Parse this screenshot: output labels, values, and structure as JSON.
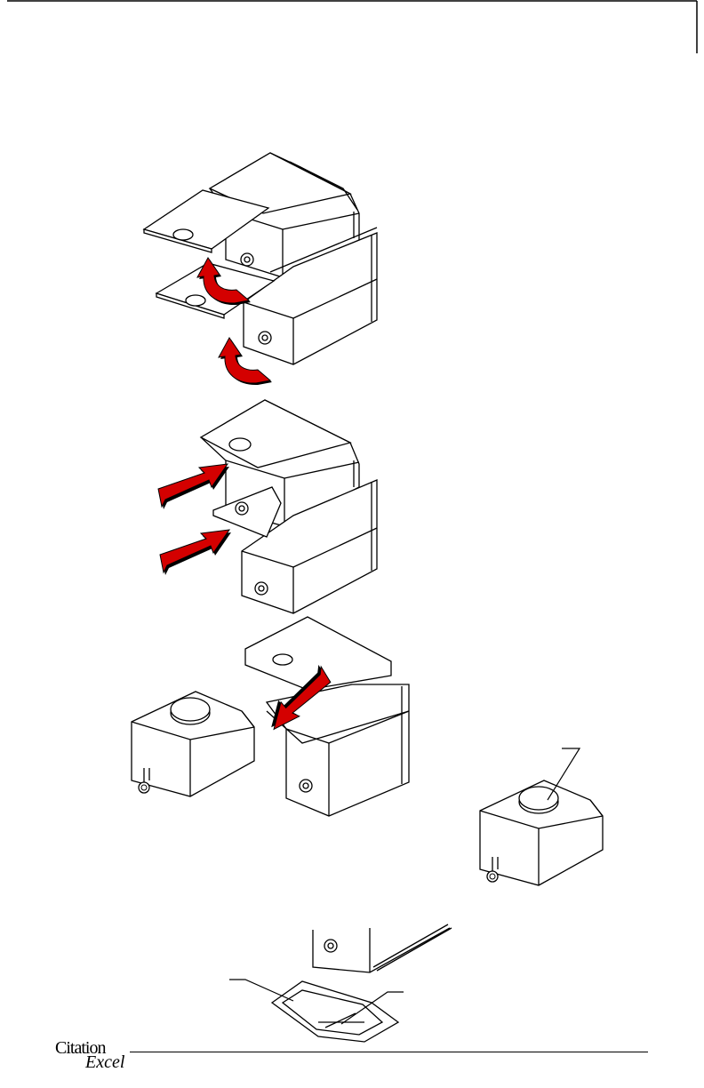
{
  "page": {
    "brand": {
      "line1": "Citation",
      "line2": "Excel"
    },
    "colors": {
      "arrow": "#d40000",
      "arrow_shadow": "#000000",
      "line": "#000000",
      "paper": "#ffffff"
    },
    "figures": [
      {
        "name": "remove-lids-step",
        "arrows": "curved"
      },
      {
        "name": "slide-lids-step",
        "arrows": "straight"
      },
      {
        "name": "remove-tank-step",
        "arrows": "straight"
      },
      {
        "name": "tank-detail",
        "callouts": 1
      },
      {
        "name": "filter-detail",
        "callouts": 2
      }
    ]
  }
}
